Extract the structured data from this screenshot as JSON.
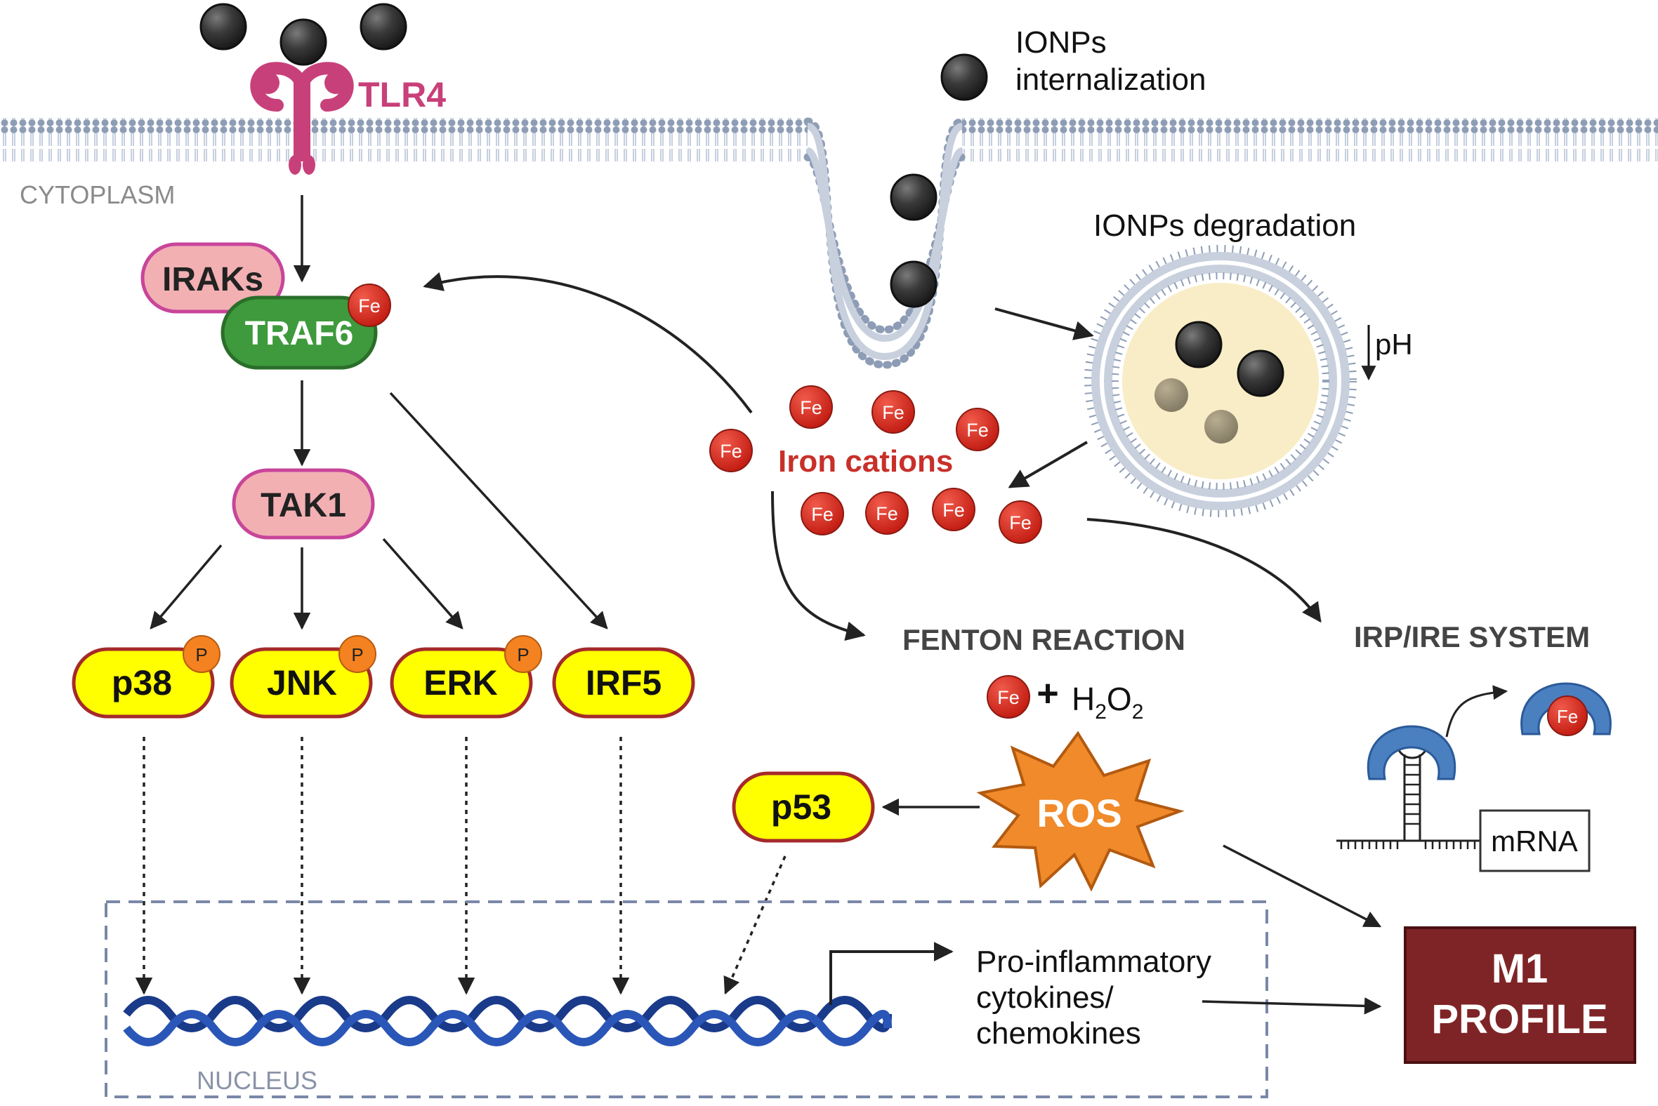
{
  "labels": {
    "tlr4": "TLR4",
    "cytoplasm": "CYTOPLASM",
    "ionps_internalization_line1": "IONPs",
    "ionps_internalization_line2": "internalization",
    "ionps_degradation": "IONPs degradation",
    "ph": "pH",
    "iron_cations": "Iron cations",
    "fe": "Fe",
    "p": "P",
    "fenton_reaction": "FENTON REACTION",
    "plus": "+",
    "h2o2_h": "H",
    "h2o2_2a": "2",
    "h2o2_o": "O",
    "h2o2_2b": "2",
    "ros": "ROS",
    "irp_ire_system": "IRP/IRE SYSTEM",
    "mrna": "mRNA",
    "nucleus": "NUCLEUS",
    "output_line1": "Pro-inflammatory",
    "output_line2": "cytokines/",
    "output_line3": "chemokines",
    "m1_line1": "M1",
    "m1_line2": "PROFILE"
  },
  "nodes": {
    "irak": "IRAKs",
    "traf6": "TRAF6",
    "tak1": "TAK1",
    "p38": "p38",
    "jnk": "JNK",
    "erk": "ERK",
    "irf5": "IRF5",
    "p53": "p53"
  },
  "colors": {
    "membrane": "#a8b4c8",
    "membrane_head": "#8e9db5",
    "nanoparticle": "#3a3a3a",
    "tlr4": "#c8407a",
    "pink_node_fill": "#f2b0b3",
    "pink_node_stroke": "#c8459a",
    "traf6_fill": "#3e9a3c",
    "kinase_fill": "#ffff00",
    "kinase_stroke": "#a52a2a",
    "phospho": "#f48220",
    "iron": "#d0281e",
    "iron_text": "#c8302a",
    "ros_fill": "#f08a2a",
    "irp_blue": "#4a7fc0",
    "dna": "#1f3f9a",
    "nucleus_border": "#7a88a8",
    "m1_fill": "#7f2426"
  }
}
